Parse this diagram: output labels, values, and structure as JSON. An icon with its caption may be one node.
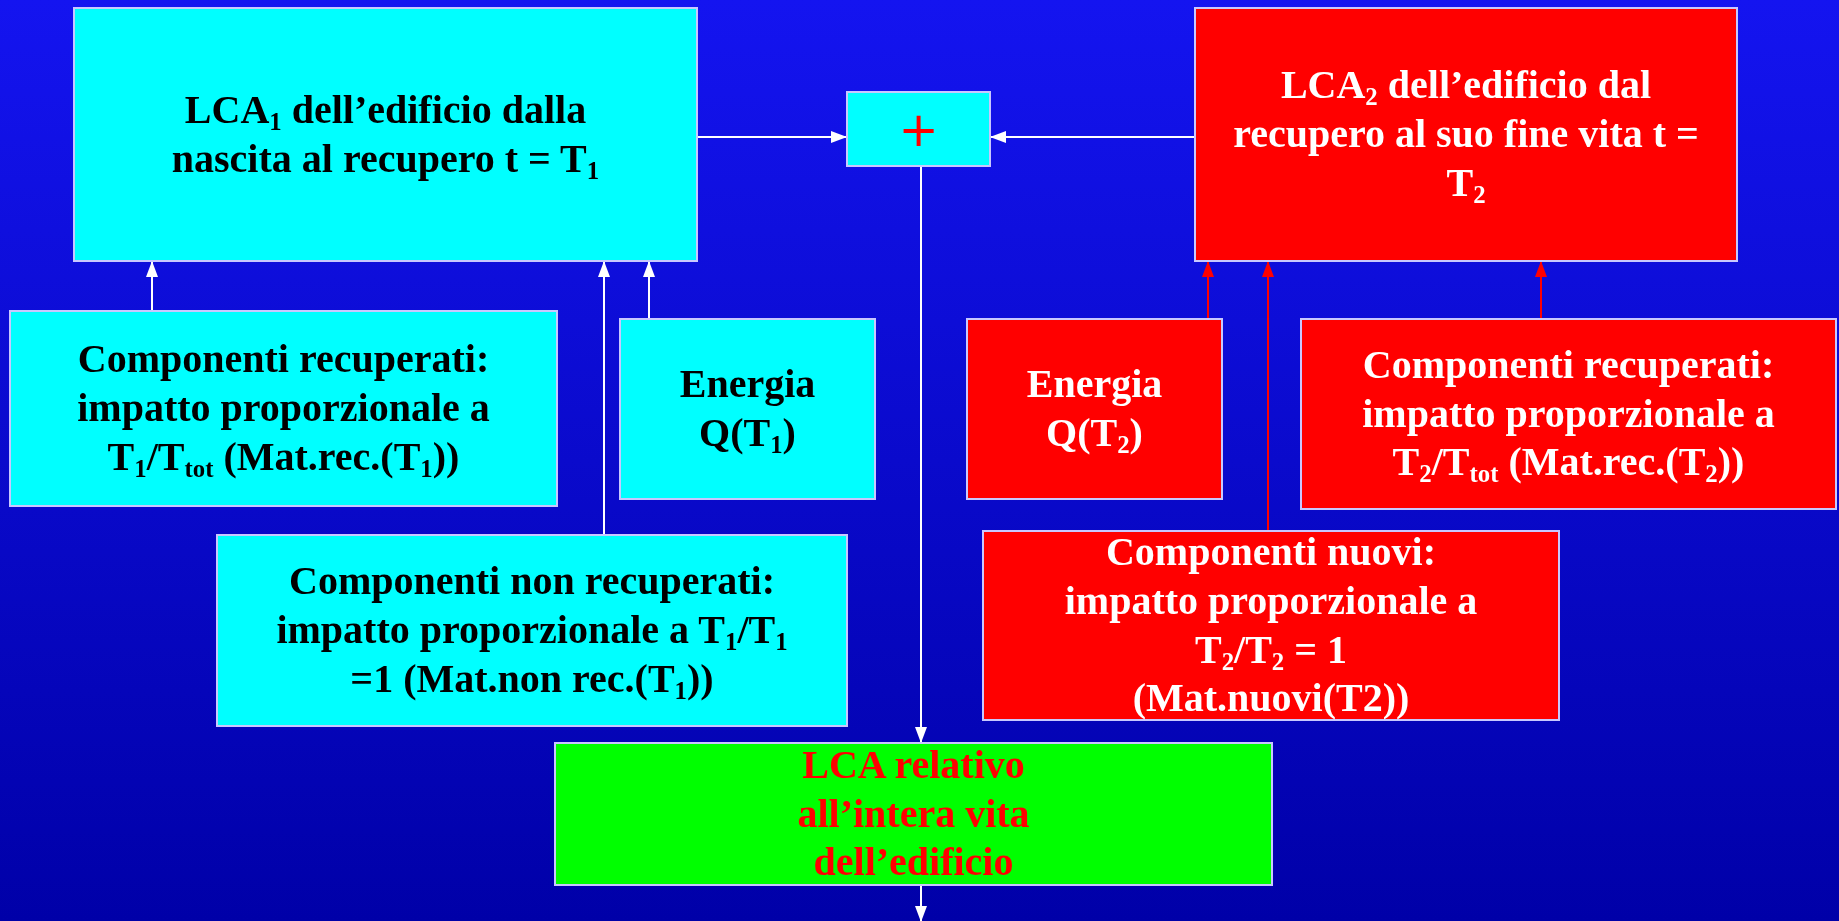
{
  "diagram": {
    "nodes": [
      {
        "text": [
          "LCA$_{1}$ dell’edificio dalla nascita al recupero t = T$_{1}$"
        ]
      },
      {
        "text": [
          "+"
        ]
      },
      {
        "text": [
          "LCA$_{2}$ dell’edificio dal recupero al suo fine vita t = T$_{2}$"
        ]
      },
      {
        "text": [
          "Componenti recuperati: impatto proporzionale a T$_{1}$/T$_{tot}$ (Mat.rec.(T$_{1}$))"
        ]
      },
      {
        "text": [
          "Energia Q(T$_{1}$)"
        ]
      },
      {
        "text": [
          "Componenti non recuperati: impatto proporzionale a T$_{1}$/T$_{1}$ =1 (Mat.non rec.(T$_{1}$))"
        ]
      },
      {
        "text": [
          "Energia Q(T$_{2}$)"
        ]
      },
      {
        "text": [
          "Componenti recuperati: impatto proporzionale a T$_{2}$/T$_{tot}$ (Mat.rec.(T$_{2}$))"
        ]
      },
      {
        "text": [
          "Componenti nuovi: impatto proporzionale a T$_{2}$/T$_{2}$ = 1 (Mat.nuovi(T2))"
        ]
      },
      {
        "text": [
          "LCA relativo all’intera vita dell’edificio"
        ]
      }
    ],
    "edges": [
      {
        "from": 0,
        "to": 1,
        "arrow": "to"
      },
      {
        "from": 2,
        "to": 1,
        "arrow": "to"
      },
      {
        "from": 1,
        "to": 9,
        "arrow": "to"
      },
      {
        "from": 3,
        "to": 0,
        "arrow": "to"
      },
      {
        "from": 4,
        "to": 0,
        "arrow": "to"
      },
      {
        "from": 5,
        "to": 0,
        "arrow": "to"
      },
      {
        "from": 6,
        "to": 2,
        "arrow": "to",
        "color": "#ff0000"
      },
      {
        "from": 7,
        "to": 2,
        "arrow": "to",
        "color": "#ff0000"
      },
      {
        "from": 8,
        "to": 2,
        "arrow": "to",
        "color": "#ff0000"
      },
      {
        "from": 9,
        "to": null,
        "arrow": "to"
      }
    ]
  }
}
